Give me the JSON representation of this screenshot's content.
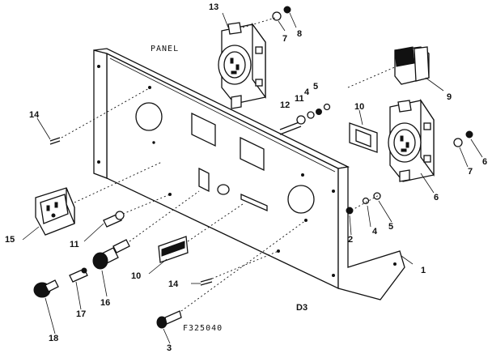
{
  "diagram": {
    "panel_label": "PANEL",
    "section_label": "D3",
    "figure_code": "F325040",
    "callouts": {
      "c13": "13",
      "c7_top": "7",
      "c8": "8",
      "c9": "9",
      "c14_left": "14",
      "c12": "12",
      "c11_top": "11",
      "c4_top": "4",
      "c5_top": "5",
      "c10_top": "10",
      "c6_right": "6",
      "c7_right": "7",
      "c6_outlet": "6",
      "c2": "2",
      "c4_bottom": "4",
      "c5_bottom": "5",
      "c1": "1",
      "c15": "15",
      "c11_bottom": "11",
      "c10_bottom": "10",
      "c14_bottom": "14",
      "c16": "16",
      "c17": "17",
      "c18": "18",
      "c3": "3"
    }
  }
}
